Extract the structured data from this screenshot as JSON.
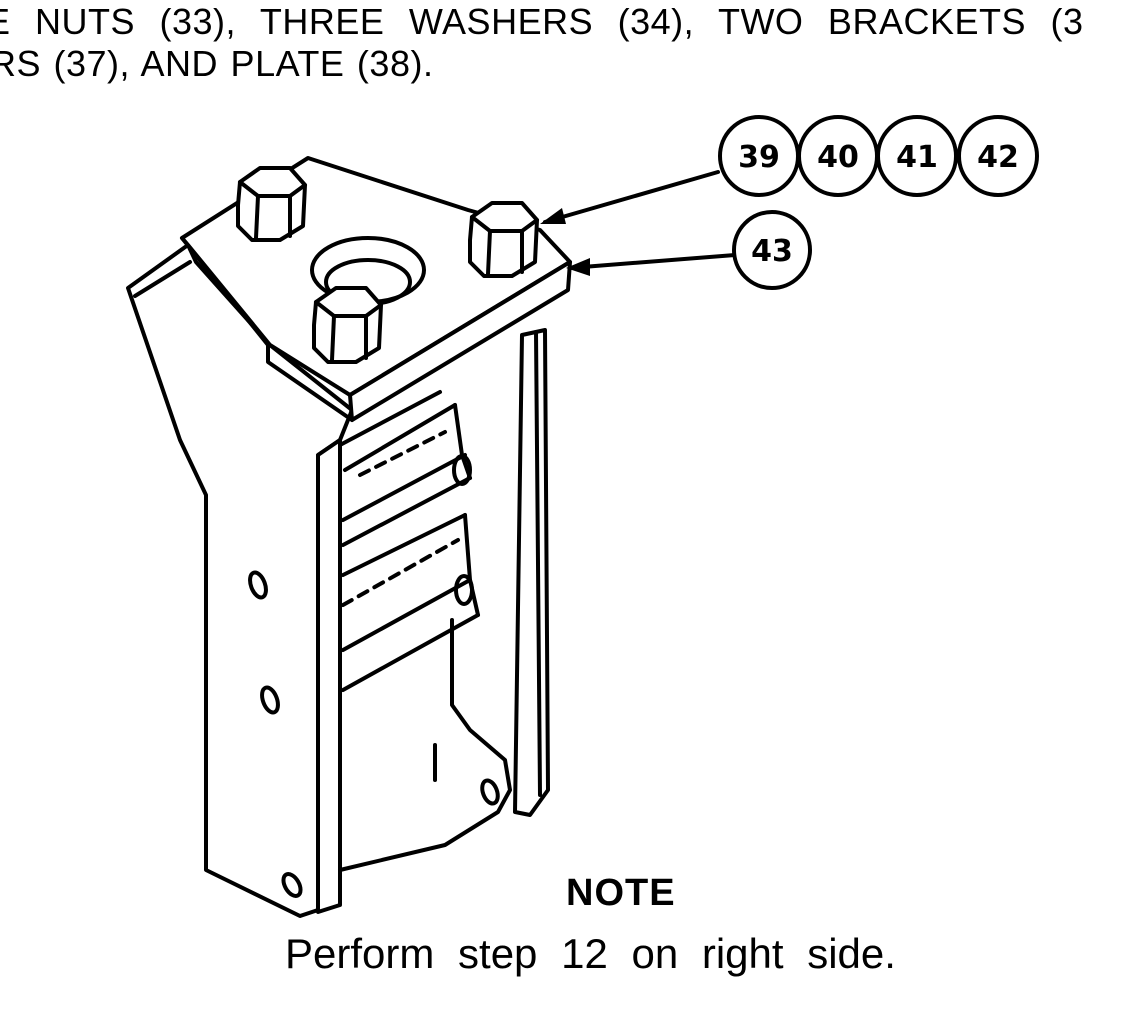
{
  "text": {
    "line1": "E NUTS (33), THREE WASHERS (34), TWO BRACKETS (3",
    "line2": "RS (37), AND PLATE (38)."
  },
  "callouts": {
    "c39": "39",
    "c40": "40",
    "c41": "41",
    "c42": "42",
    "c43": "43"
  },
  "note": {
    "heading": "NOTE",
    "body": "Perform step 12 on right side."
  }
}
